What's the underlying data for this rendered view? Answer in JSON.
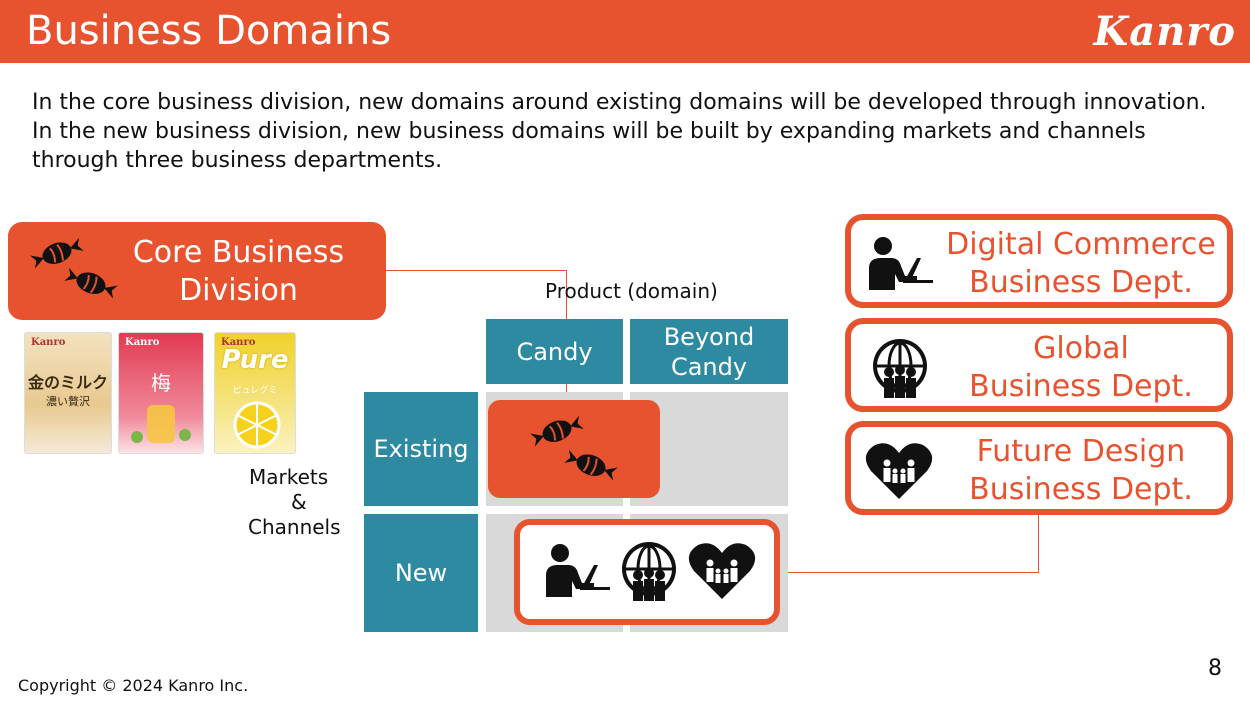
{
  "header": {
    "title": "Business Domains",
    "logo_text": "Kanro",
    "bg_color": "#E8532F"
  },
  "intro": [
    "In the core business division, new domains around existing domains will be developed through innovation.",
    "In the new business division, new business domains will be built by expanding markets and channels through three business departments."
  ],
  "core": {
    "label": "Core Business Division",
    "icon": "candy-icon"
  },
  "products": [
    {
      "brand": "Kanro",
      "text": "金のミルク",
      "sub": "濃い贅沢"
    },
    {
      "brand": "Kanro",
      "text": "梅",
      "sub": ""
    },
    {
      "brand": "Kanro",
      "text": "Pure",
      "sub": "ピュレグミ"
    }
  ],
  "matrix": {
    "product_label": "Product (domain)",
    "markets_label_1": "Markets",
    "markets_label_2": "&",
    "markets_label_3": "Channels",
    "columns": [
      "Candy",
      "Beyond Candy"
    ],
    "rows": [
      "Existing",
      "New"
    ],
    "header_color": "#2E8AA0"
  },
  "departments": [
    {
      "label_1": "Digital Commerce",
      "label_2": "Business Dept.",
      "icon": "person-laptop-icon"
    },
    {
      "label_1": "Global",
      "label_2": "Business Dept.",
      "icon": "globe-people-icon"
    },
    {
      "label_1": "Future Design",
      "label_2": "Business Dept.",
      "icon": "heart-family-icon"
    }
  ],
  "footer": {
    "copyright": "Copyright © 2024 Kanro Inc.",
    "page_number": "8"
  }
}
